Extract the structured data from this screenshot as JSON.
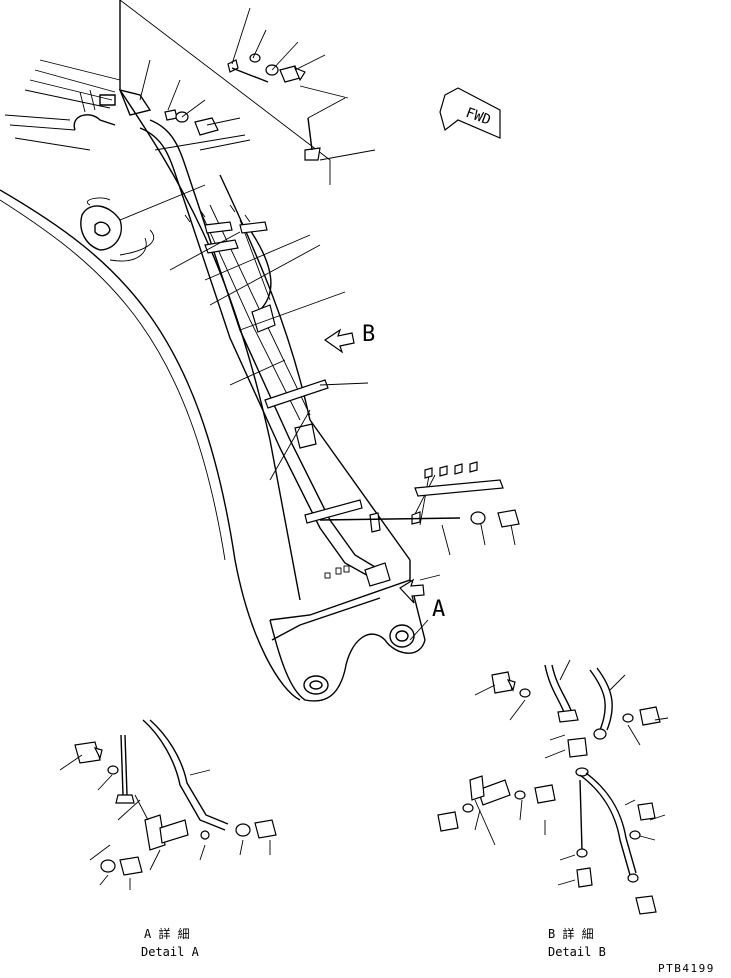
{
  "direction_marker": {
    "label": "FWD"
  },
  "view_markers": [
    {
      "letter": "A"
    },
    {
      "letter": "B"
    }
  ],
  "details": [
    {
      "jp": "A 詳 細",
      "en": "Detail A"
    },
    {
      "jp": "B 詳 細",
      "en": "Detail B"
    }
  ],
  "drawing_number": "PTB4199",
  "colors": {
    "line": "#000000",
    "background": "#ffffff"
  }
}
